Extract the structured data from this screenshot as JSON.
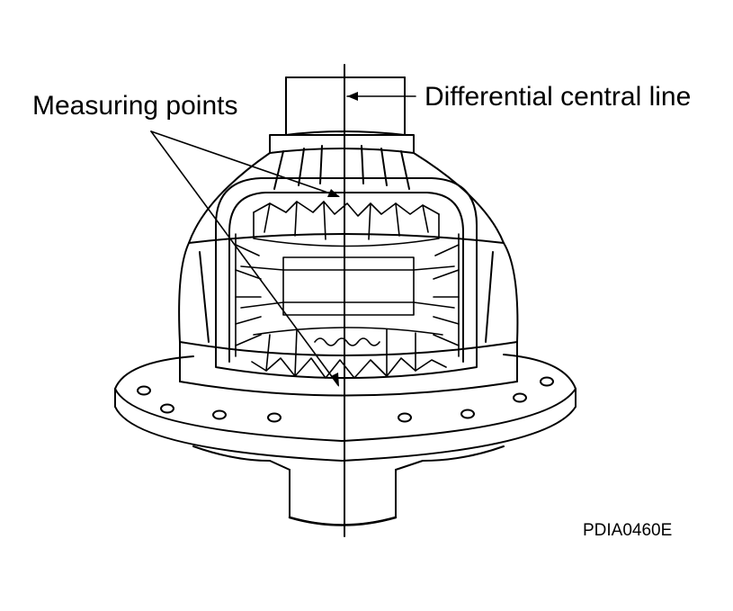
{
  "diagram": {
    "labels": {
      "measuring_points": "Measuring points",
      "differential_central_line": "Differential central line",
      "figure_code": "PDIA0460E"
    }
  },
  "colors": {
    "line": "#000000",
    "background": "#ffffff"
  }
}
